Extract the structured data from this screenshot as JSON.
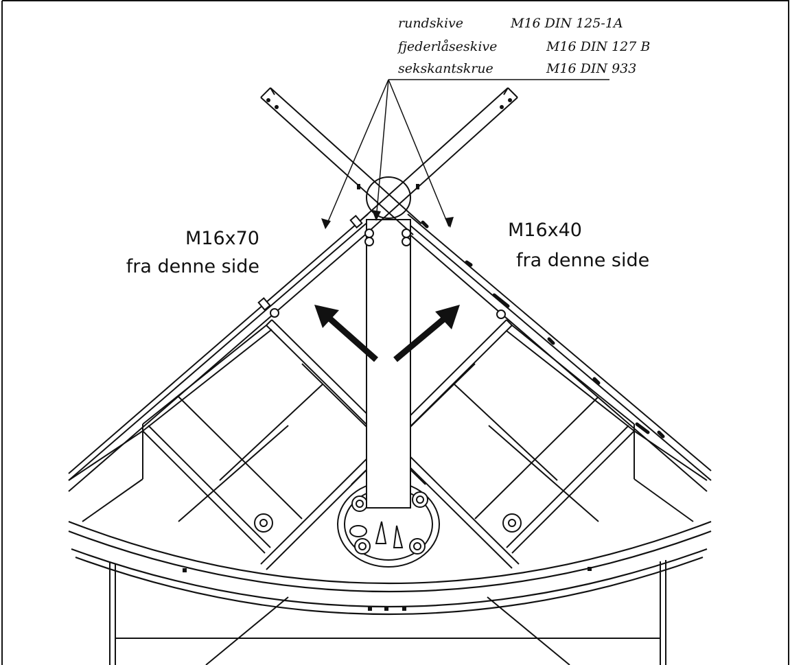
{
  "parts_list": [
    {
      "name": "rundskive",
      "spec": "M16 DIN 125-1A"
    },
    {
      "name": "fjederlåseskive",
      "spec": "M16 DIN 127 B"
    },
    {
      "name": "sekskantskrue",
      "spec": "M16 DIN 933"
    }
  ],
  "left_callout": {
    "size": "M16x70",
    "side": "fra denne side"
  },
  "right_callout": {
    "size": "M16x40",
    "side": "fra denne side"
  },
  "colors": {
    "line": "#111111",
    "background": "#ffffff"
  }
}
